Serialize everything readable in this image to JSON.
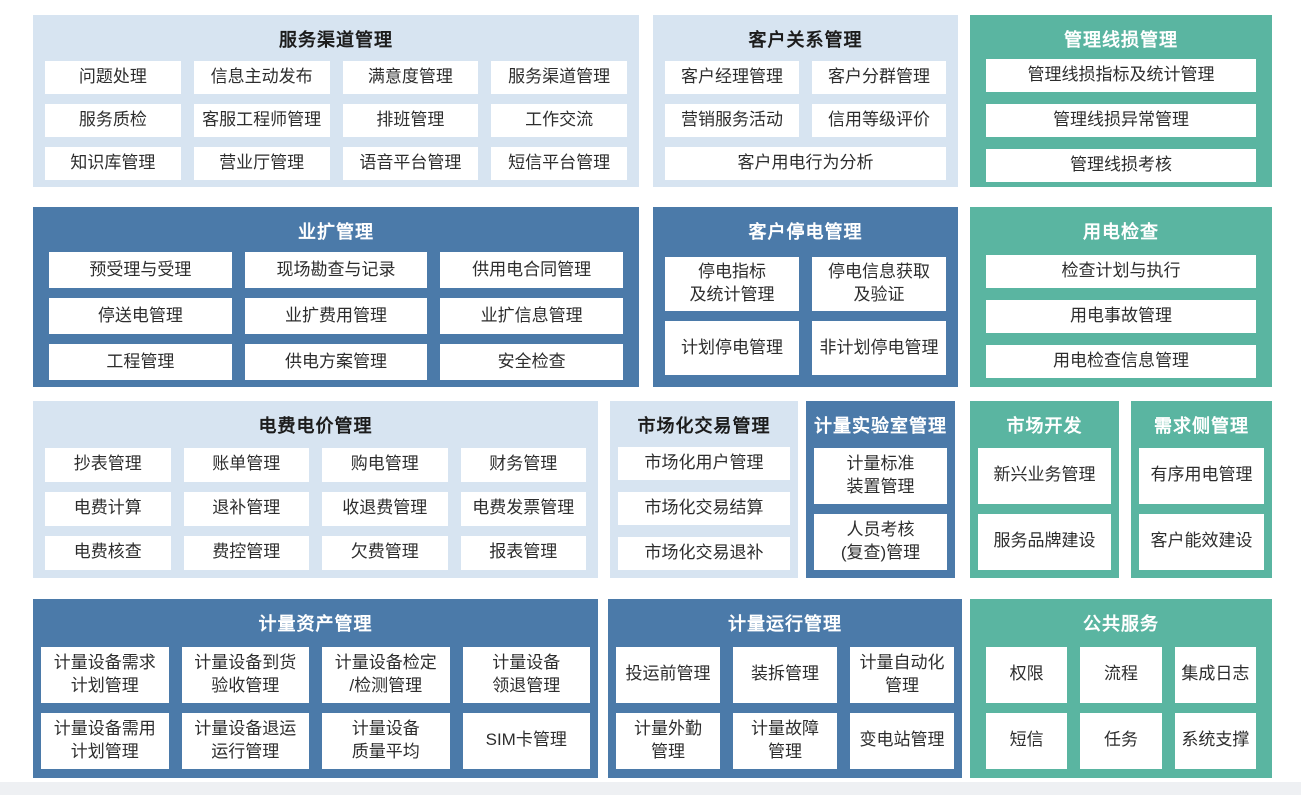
{
  "colors": {
    "light_blue": "#d7e4f1",
    "dark_blue": "#4b7aa9",
    "teal": "#5ab5a1",
    "item_bg": "#ffffff",
    "title_dark": "#1c1c1c",
    "item_text": "#2d2d2d",
    "strip": "#eef0f3"
  },
  "panels": {
    "service_channel": {
      "title": "服务渠道管理",
      "items": [
        "问题处理",
        "信息主动发布",
        "满意度管理",
        "服务渠道管理",
        "服务质检",
        "客服工程师管理",
        "排班管理",
        "工作交流",
        "知识库管理",
        "营业厅管理",
        "语音平台管理",
        "短信平台管理"
      ]
    },
    "customer_relation": {
      "title": "客户关系管理",
      "items": [
        "客户经理管理",
        "客户分群管理",
        "营销服务活动",
        "信用等级评价",
        "客户用电行为分析"
      ]
    },
    "line_loss": {
      "title": "管理线损管理",
      "items": [
        "管理线损指标及统计管理",
        "管理线损异常管理",
        "管理线损考核"
      ]
    },
    "business_expansion": {
      "title": "业扩管理",
      "items": [
        "预受理与受理",
        "现场勘查与记录",
        "供用电合同管理",
        "停送电管理",
        "业扩费用管理",
        "业扩信息管理",
        "工程管理",
        "供电方案管理",
        "安全检查"
      ]
    },
    "customer_outage": {
      "title": "客户停电管理",
      "items": [
        "停电指标\n及统计管理",
        "停电信息获取\n及验证",
        "计划停电管理",
        "非计划停电管理"
      ]
    },
    "power_inspection": {
      "title": "用电检查",
      "items": [
        "检查计划与执行",
        "用电事故管理",
        "用电检查信息管理"
      ]
    },
    "tariff": {
      "title": "电费电价管理",
      "items": [
        "抄表管理",
        "账单管理",
        "购电管理",
        "财务管理",
        "电费计算",
        "退补管理",
        "收退费管理",
        "电费发票管理",
        "电费核查",
        "费控管理",
        "欠费管理",
        "报表管理"
      ]
    },
    "market_trade": {
      "title": "市场化交易管理",
      "items": [
        "市场化用户管理",
        "市场化交易结算",
        "市场化交易退补"
      ]
    },
    "metering_lab": {
      "title": "计量实验室管理",
      "items": [
        "计量标准\n装置管理",
        "人员考核\n(复查)管理"
      ]
    },
    "market_dev": {
      "title": "市场开发",
      "items": [
        "新兴业务管理",
        "服务品牌建设"
      ]
    },
    "demand_side": {
      "title": "需求侧管理",
      "items": [
        "有序用电管理",
        "客户能效建设"
      ]
    },
    "metering_asset": {
      "title": "计量资产管理",
      "items": [
        "计量设备需求\n计划管理",
        "计量设备到货\n验收管理",
        "计量设备检定\n/检测管理",
        "计量设备\n领退管理",
        "计量设备需用\n计划管理",
        "计量设备退运\n运行管理",
        "计量设备\n质量平均",
        "SIM卡管理"
      ]
    },
    "metering_operation": {
      "title": "计量运行管理",
      "items": [
        "投运前管理",
        "装拆管理",
        "计量自动化\n管理",
        "计量外勤\n管理",
        "计量故障\n管理",
        "变电站管理"
      ]
    },
    "public_service": {
      "title": "公共服务",
      "items": [
        "权限",
        "流程",
        "集成日志",
        "短信",
        "任务",
        "系统支撑"
      ]
    }
  }
}
